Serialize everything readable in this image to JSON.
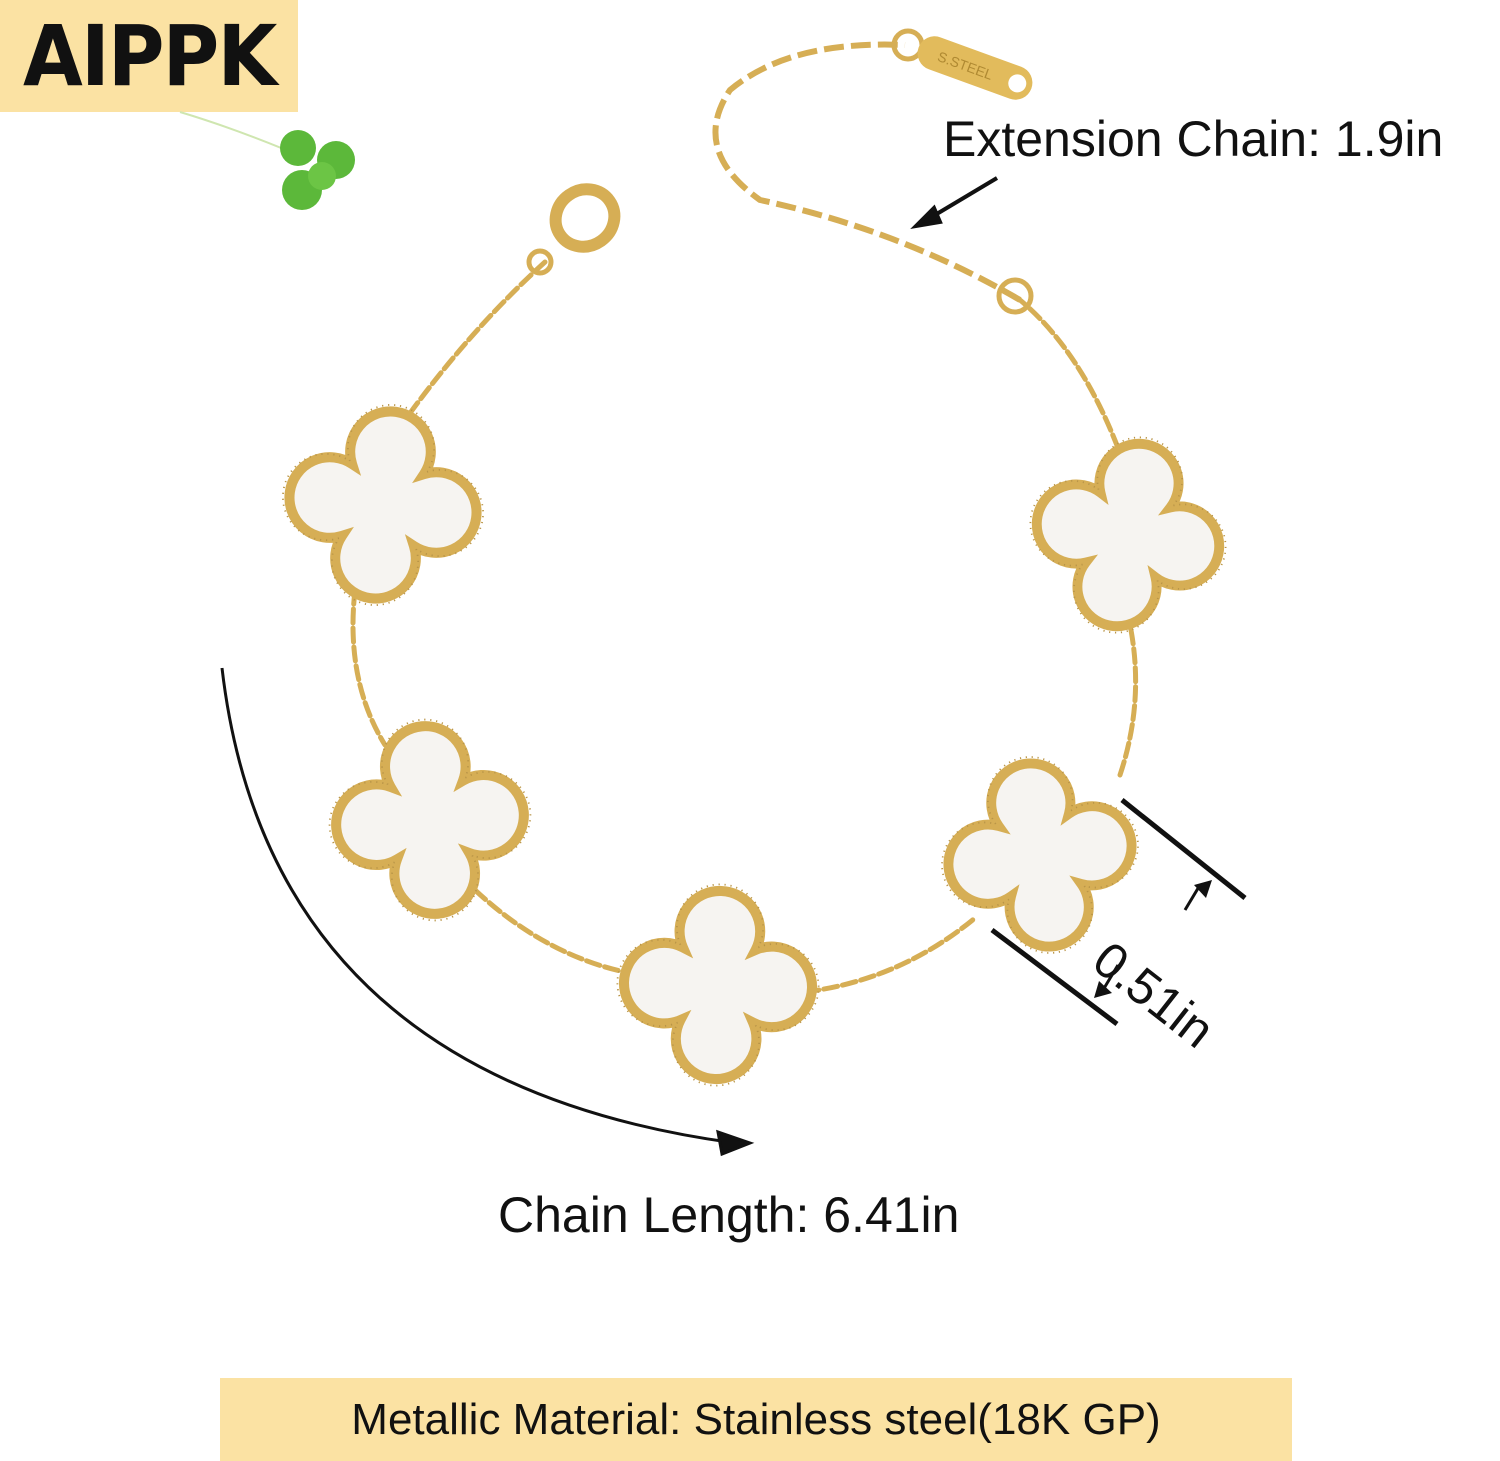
{
  "brand": {
    "logo_text": "AIPPK"
  },
  "product": {
    "tag_text": "S.STEEL",
    "accent_gold": "#d6ae55",
    "pearl_white": "#f6f4f1",
    "clover_count": 5
  },
  "labels": {
    "extension_chain": "Extension Chain: 1.9in",
    "chain_length": "Chain Length: 6.41in",
    "clover_size": "0.51in"
  },
  "banner": {
    "material": "Metallic Material: Stainless steel(18K GP)"
  }
}
